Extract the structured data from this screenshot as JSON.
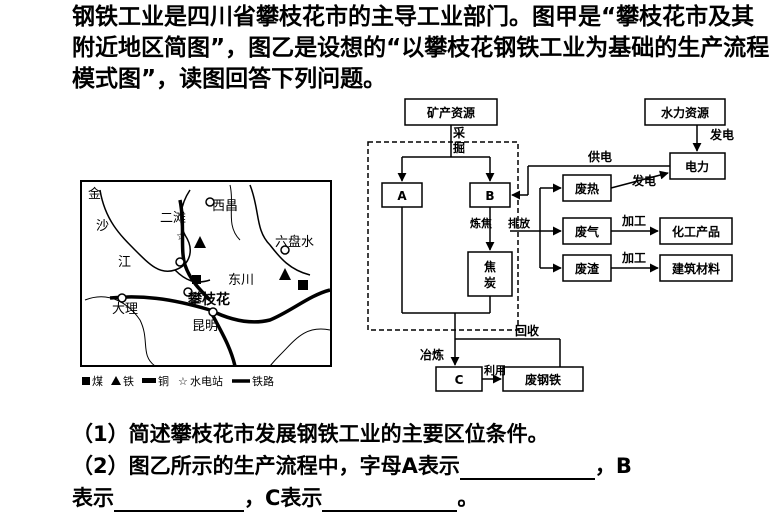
{
  "intro_text": "钢铁工业是四川省攀枝花市的主导工业部门。图甲是“攀枝花市及其附近地区简图”，图乙是设想的“以攀枝花钢铁工业为基础的生产流程模式图”，读图回答下列问题。",
  "map": {
    "places": {
      "xichang": "西昌",
      "ertan": "二滩",
      "liupanshui": "六盘水",
      "dongchuan": "东川",
      "panzhihua": "攀枝花",
      "dali": "大理",
      "kunming": "昆明",
      "jinsha_1": "金",
      "jinsha_2": "沙",
      "jinsha_3": "江"
    },
    "legend": {
      "coal": "煤",
      "iron": "铁",
      "copper": "铜",
      "hydro": "水电站",
      "railway": "铁路"
    }
  },
  "flow": {
    "mineral": "矿产资源",
    "water": "水力资源",
    "mining_1": "采",
    "mining_2": "掘",
    "box_a": "A",
    "box_b": "B",
    "power": "电力",
    "power_supply": "供电",
    "gen_top": "发电",
    "gen_mid": "发电",
    "waste_heat": "废热",
    "waste_gas": "废气",
    "slag": "废渣",
    "process_1": "加工",
    "process_2": "加工",
    "chem": "化工产品",
    "build": "建筑材料",
    "coking": "炼焦",
    "emission": "排放",
    "coke_1": "焦",
    "coke_2": "炭",
    "box_c": "C",
    "smelting": "冶炼",
    "recycle": "回收",
    "use": "利用",
    "scrap": "废钢铁"
  },
  "questions": {
    "q1": "（1）简述攀枝花市发展钢铁工业的主要区位条件。",
    "q2_part1": "（2）图乙所示的生产流程中，字母A表示",
    "q2_part2": "，B",
    "q2_part3": "表示",
    "q2_part4": "，C表示",
    "q2_part5": "。"
  }
}
